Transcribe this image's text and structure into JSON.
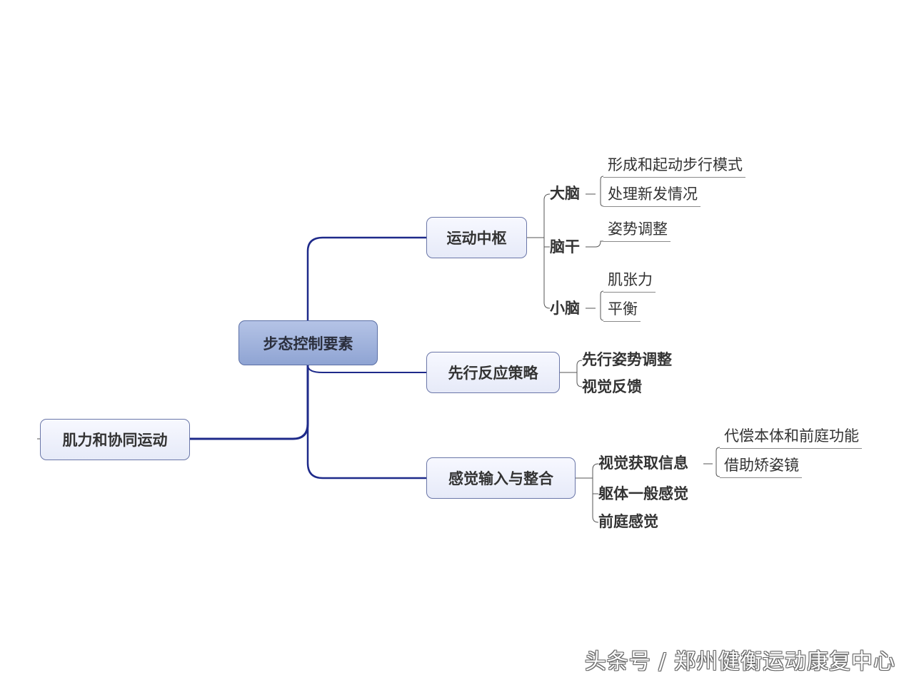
{
  "central": "步态控制要素",
  "branches": [
    {
      "label": "运动中枢",
      "children": [
        {
          "label": "大脑",
          "items": [
            "形成和起动步行模式",
            "处理新发情况"
          ]
        },
        {
          "label": "脑干",
          "items": [
            "姿势调整"
          ]
        },
        {
          "label": "小脑",
          "items": [
            "肌张力",
            "平衡"
          ]
        }
      ]
    },
    {
      "label": "先行反应策略",
      "children": [
        {
          "label": "先行姿势调整"
        },
        {
          "label": "视觉反馈"
        }
      ]
    },
    {
      "label": "感觉输入与整合",
      "children": [
        {
          "label": "视觉获取信息",
          "items": [
            "代偿本体和前庭功能",
            "借助矫姿镜"
          ]
        },
        {
          "label": "躯体一般感觉"
        },
        {
          "label": "前庭感觉"
        }
      ]
    },
    {
      "label": "肌力和协同运动"
    }
  ],
  "watermark": "头条号 / 郑州健衡运动康复中心",
  "colors": {
    "spine": "#1e2a8a",
    "connector": "#555555",
    "node_border": "#6a76a8"
  }
}
